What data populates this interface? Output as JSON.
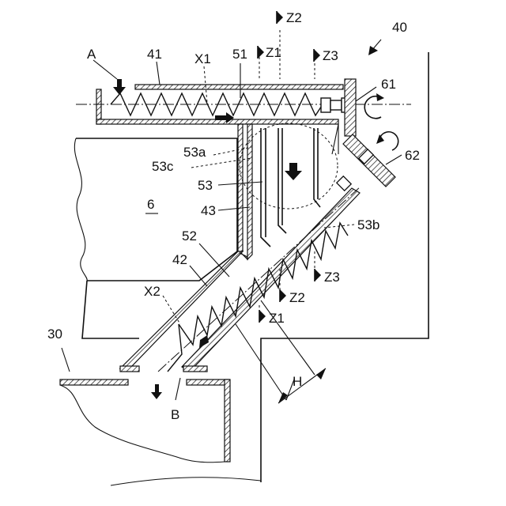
{
  "labels": {
    "fig_40": "40",
    "A": "A",
    "l41": "41",
    "X1": "X1",
    "l51": "51",
    "Z1": "Z1",
    "Z2": "Z2",
    "Z3": "Z3",
    "l61": "61",
    "l62": "62",
    "l53a": "53a",
    "l53c": "53c",
    "l53": "53",
    "l6": "6",
    "l43": "43",
    "l53b": "53b",
    "l52": "52",
    "l42": "42",
    "X2": "X2",
    "l30": "30",
    "B": "B",
    "H": "H"
  }
}
